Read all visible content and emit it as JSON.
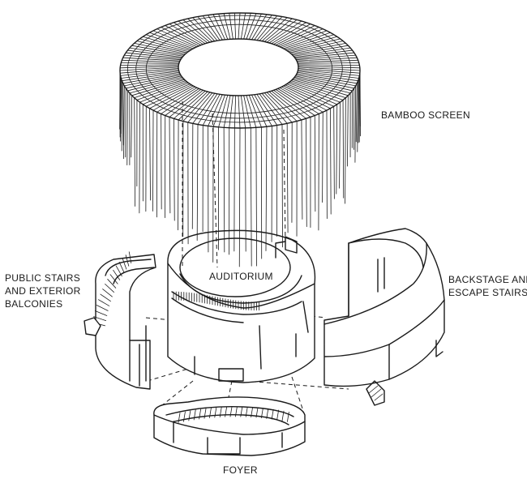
{
  "labels": {
    "bamboo_screen": "BAMBOO SCREEN",
    "public_stairs": [
      "PUBLIC STAIRS",
      "AND EXTERIOR",
      "BALCONIES"
    ],
    "auditorium": "AUDITORIUM",
    "backstage": [
      "BACKSTAGE AND",
      "ESCAPE STAIRS"
    ],
    "foyer": "FOYER"
  }
}
